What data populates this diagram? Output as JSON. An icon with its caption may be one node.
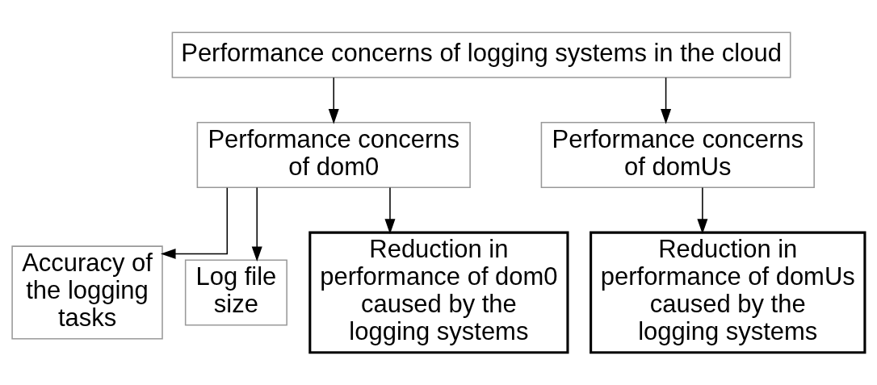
{
  "diagram": {
    "nodes": [
      {
        "text": [
          "Performance concerns of logging systems in the cloud"
        ]
      },
      {
        "text": [
          "Performance concerns of dom0"
        ]
      },
      {
        "text": [
          "Performance concerns of domUs"
        ]
      },
      {
        "text": [
          "Accuracy of the logging tasks"
        ]
      },
      {
        "text": [
          "Log file size"
        ]
      },
      {
        "text": [
          "Reduction in performance of dom0 caused by the logging systems"
        ]
      },
      {
        "text": [
          "Reduction in performance of domUs caused by the logging systems"
        ]
      }
    ],
    "edges": [
      {
        "from": 0,
        "to": 1,
        "arrow": "to"
      },
      {
        "from": 0,
        "to": 2,
        "arrow": "to"
      },
      {
        "from": 1,
        "to": 3,
        "arrow": "to"
      },
      {
        "from": 1,
        "to": 4,
        "arrow": "to"
      },
      {
        "from": 1,
        "to": 5,
        "arrow": "to"
      },
      {
        "from": 2,
        "to": 6,
        "arrow": "to"
      }
    ]
  }
}
